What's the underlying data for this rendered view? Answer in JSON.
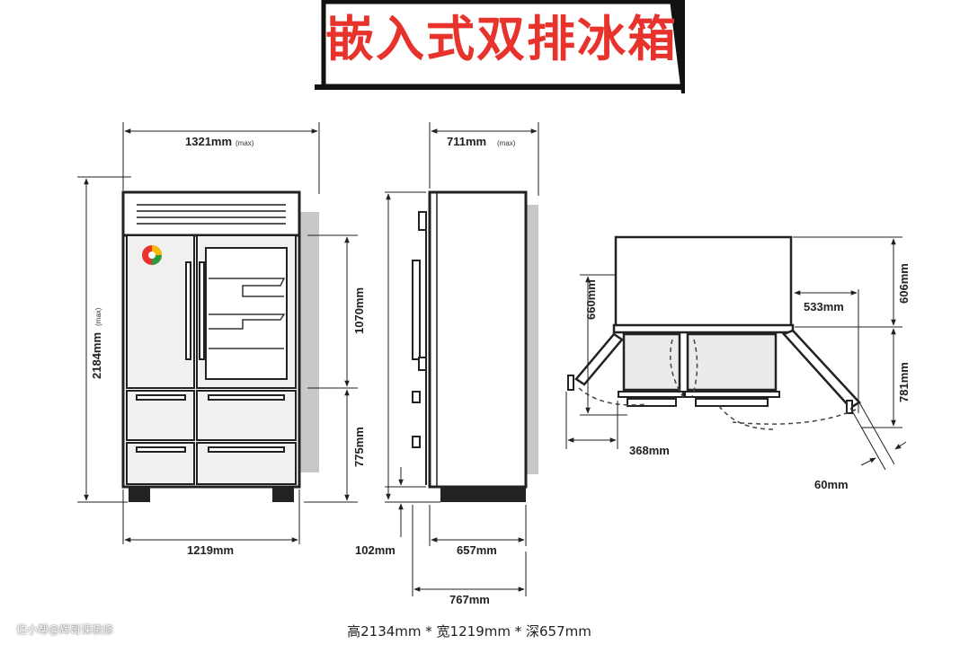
{
  "title": "嵌入式双排冰箱",
  "front_view": {
    "width_max": "1321mm",
    "width_max_suffix": "(max)",
    "height_max": "2184mm",
    "height_max_suffix": "(max)",
    "width": "1219mm",
    "upper_height": "1070mm",
    "lower_height": "775mm"
  },
  "side_view": {
    "depth_max": "711mm",
    "depth_max_suffix": "(max)",
    "toe_kick": "102mm",
    "depth": "657mm",
    "depth_with_door": "767mm"
  },
  "top_view": {
    "left_clearance": "660mm",
    "top_depth": "606mm",
    "door_offset": "533mm",
    "swing_depth": "781mm",
    "door_width": "368mm",
    "door_gap": "60mm"
  },
  "caption": "高2134mm * 宽1219mm * 深657mm",
  "watermark": "住小帮@辉哥课装修",
  "colors": {
    "title_red": "#e8332d",
    "outline": "#222222",
    "shadow_gray": "#c8c8c8"
  }
}
